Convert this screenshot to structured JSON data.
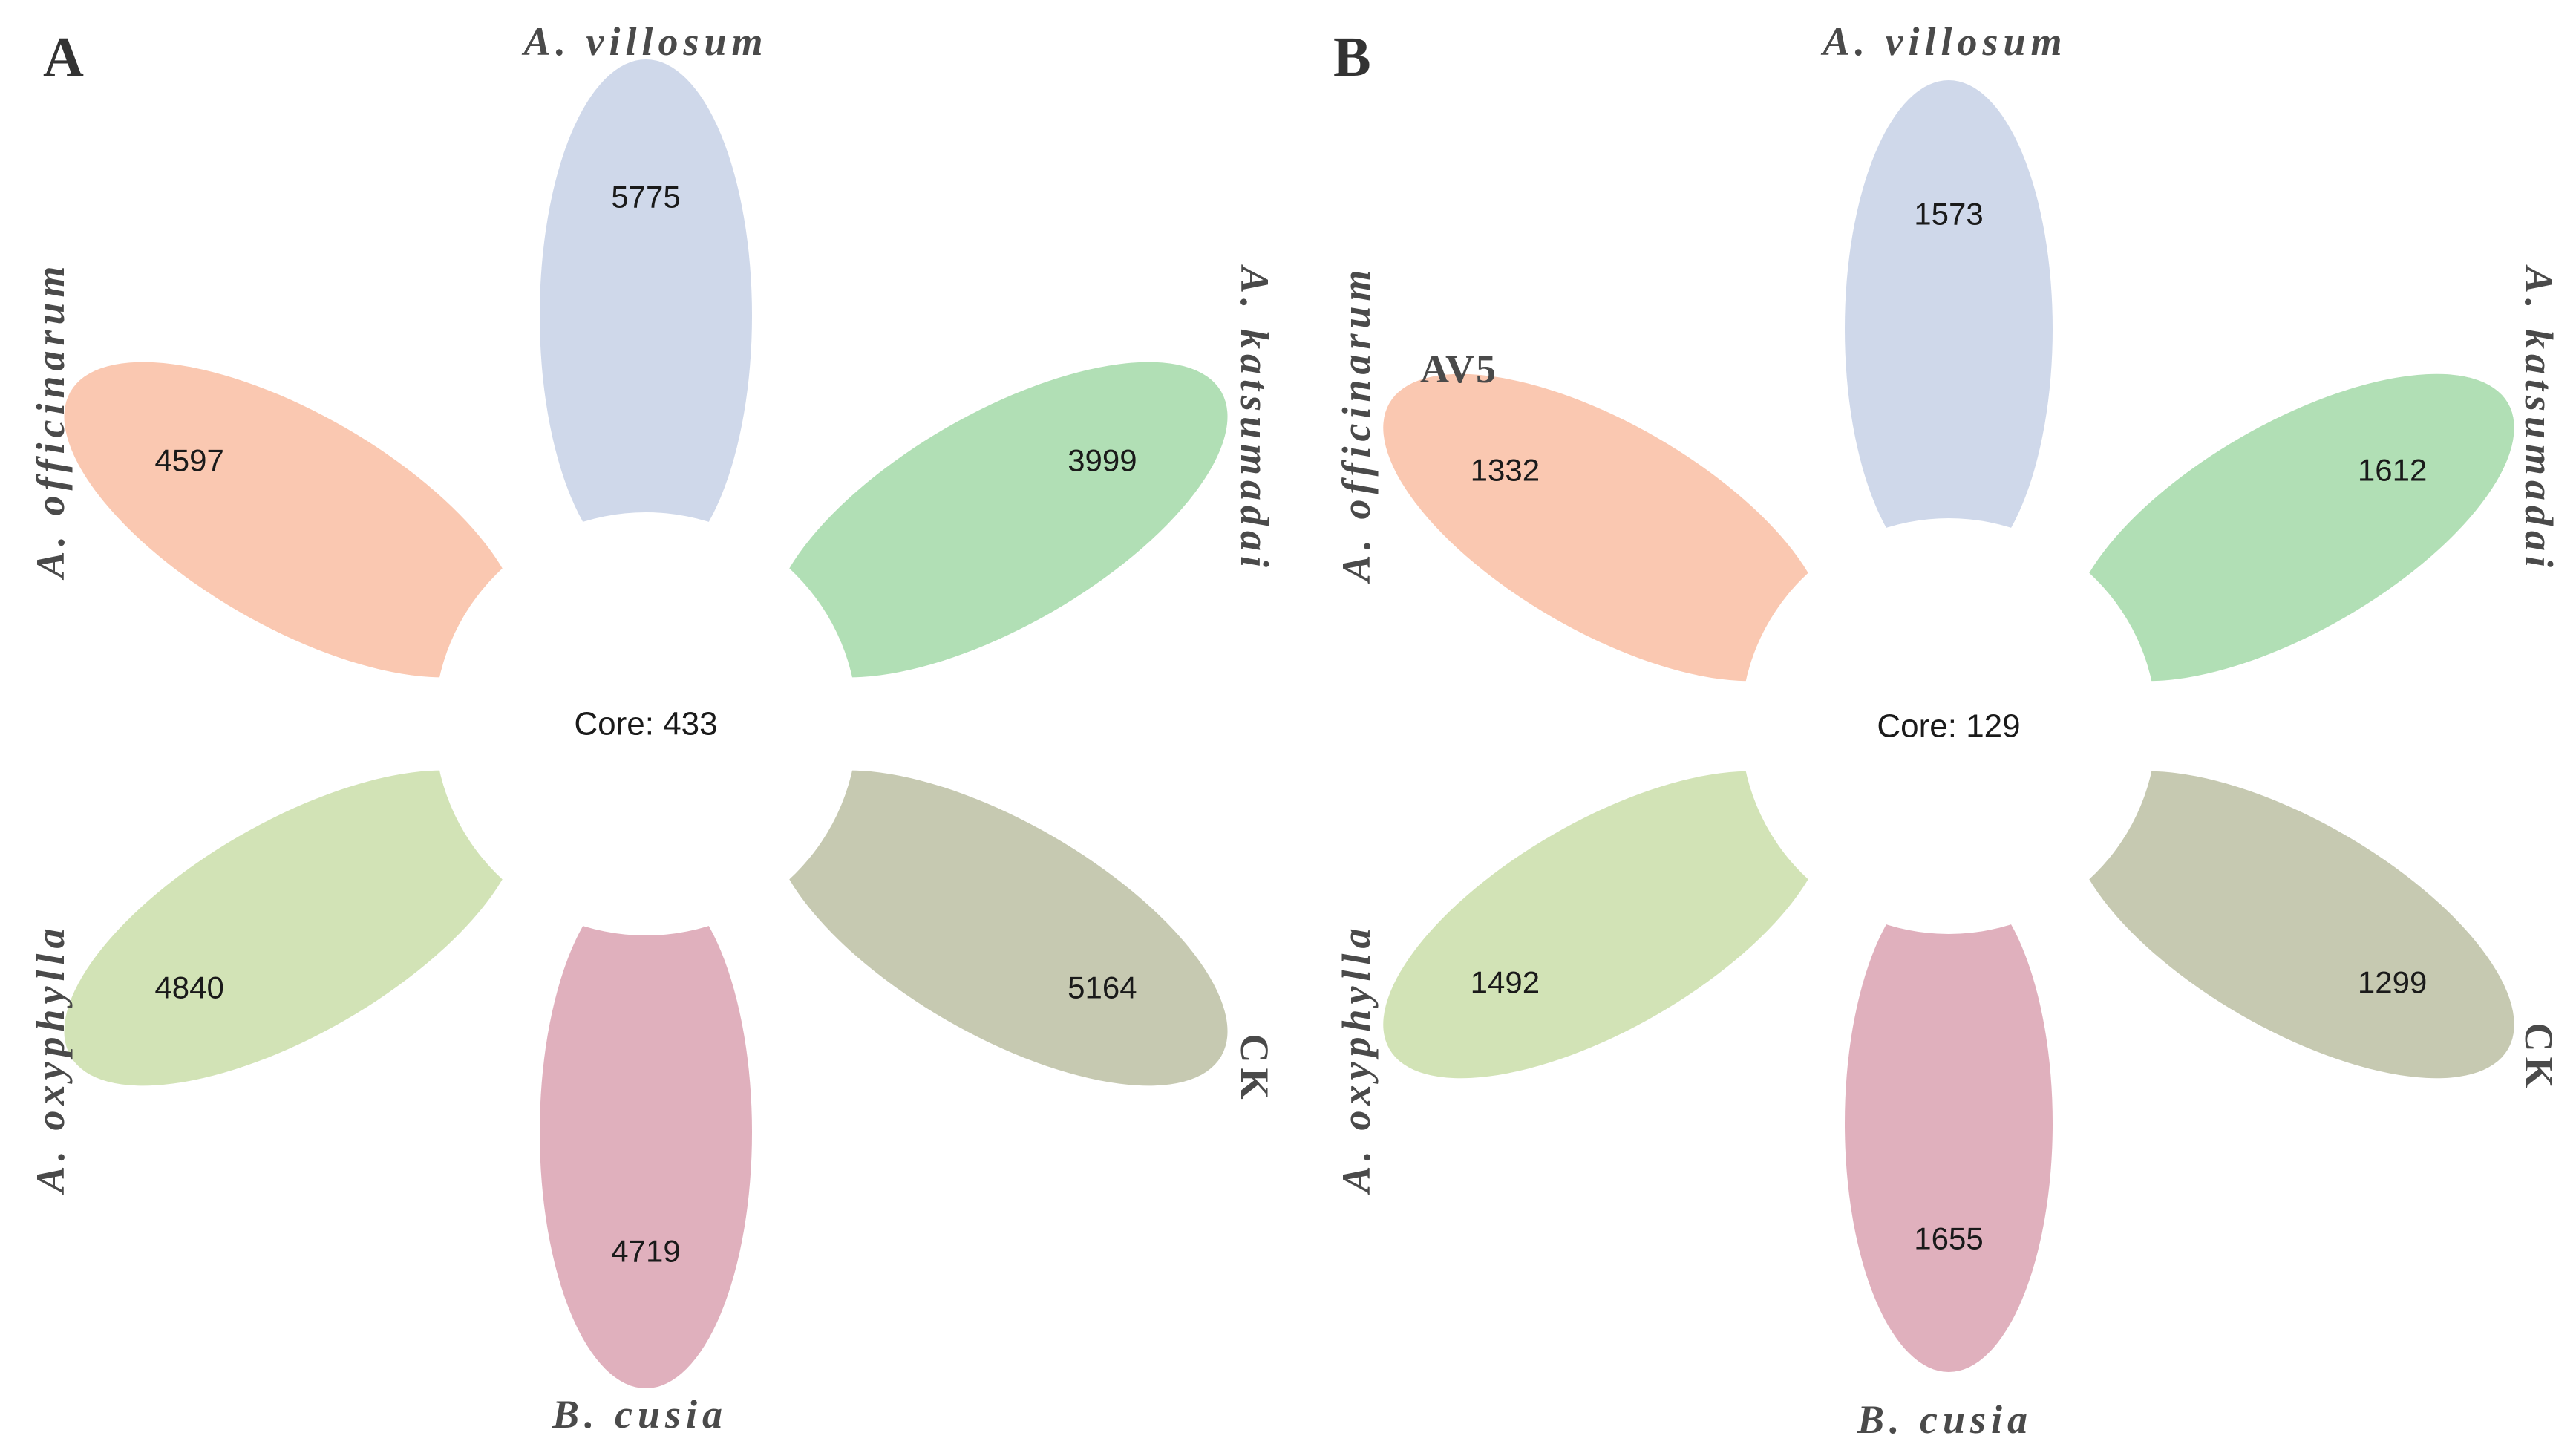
{
  "colors": {
    "villosum": "#cfd8ea",
    "katsumadai": "#b1dfb5",
    "ck": "#c6c9b1",
    "cusia": "#e0b0bd",
    "oxyphylla": "#d2e3b6",
    "officinarum": "#fac8b1",
    "core": "#ffffff",
    "label": "#4a4a4a"
  },
  "panels": [
    {
      "letter": "A",
      "core_label": "Core: 433",
      "annotation": "",
      "groups": [
        {
          "key": "villosum",
          "name": "A. villosum",
          "value": "5775"
        },
        {
          "key": "katsumadai",
          "name": "A. katsumadai",
          "value": "3999"
        },
        {
          "key": "ck",
          "name": "CK",
          "value": "5164"
        },
        {
          "key": "cusia",
          "name": "B. cusia",
          "value": "4719"
        },
        {
          "key": "oxyphylla",
          "name": "A. oxyphylla",
          "value": "4840"
        },
        {
          "key": "officinarum",
          "name": "A. officinarum",
          "value": "4597"
        }
      ]
    },
    {
      "letter": "B",
      "core_label": "Core: 129",
      "annotation": "AV5",
      "groups": [
        {
          "key": "villosum",
          "name": "A. villosum",
          "value": "1573"
        },
        {
          "key": "katsumadai",
          "name": "A. katsumadai",
          "value": "1612"
        },
        {
          "key": "ck",
          "name": "CK",
          "value": "1299"
        },
        {
          "key": "cusia",
          "name": "B. cusia",
          "value": "1655"
        },
        {
          "key": "oxyphylla",
          "name": "A. oxyphylla",
          "value": "1492"
        },
        {
          "key": "officinarum",
          "name": "A. officinarum",
          "value": "1332"
        }
      ]
    }
  ]
}
